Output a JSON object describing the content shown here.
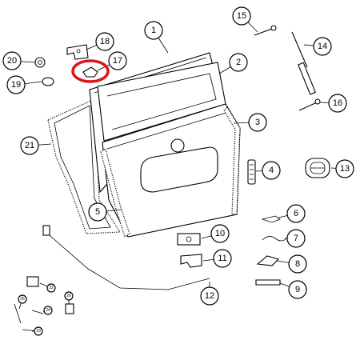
{
  "callouts": [
    {
      "label": "1"
    },
    {
      "label": "2"
    },
    {
      "label": "3"
    },
    {
      "label": "4"
    },
    {
      "label": "5"
    },
    {
      "label": "6"
    },
    {
      "label": "7"
    },
    {
      "label": "8"
    },
    {
      "label": "9"
    },
    {
      "label": "10"
    },
    {
      "label": "11"
    },
    {
      "label": "12"
    },
    {
      "label": "13"
    },
    {
      "label": "14"
    },
    {
      "label": "15"
    },
    {
      "label": "16"
    },
    {
      "label": "17"
    },
    {
      "label": "18"
    },
    {
      "label": "19"
    },
    {
      "label": "20"
    },
    {
      "label": "21"
    }
  ],
  "inset_callouts": [
    {
      "label": "22"
    },
    {
      "label": "23"
    },
    {
      "label": "24"
    },
    {
      "label": "25"
    },
    {
      "label": "26"
    }
  ],
  "highlight": {
    "target_label": "17",
    "color": "#e0141e"
  },
  "colors": {
    "line": "#000000",
    "background": "#ffffff",
    "seal_fill": "#d9d9d9"
  }
}
